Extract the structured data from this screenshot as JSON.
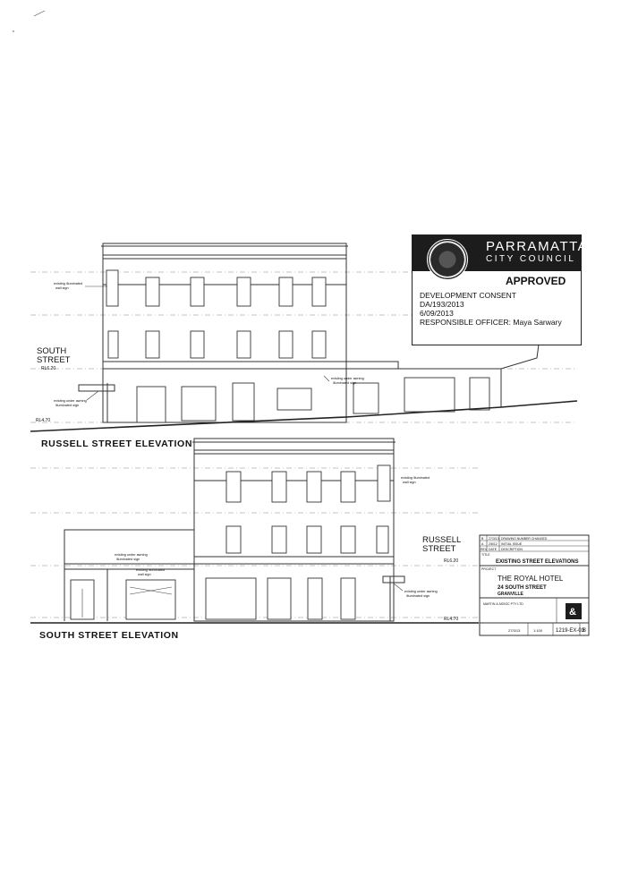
{
  "drawing": {
    "elevations": [
      {
        "title": "RUSSELL STREET ELEVATION",
        "street_label_line1": "SOUTH",
        "street_label_line2": "STREET",
        "level_top": "RL6.20",
        "level_bottom": "RL4.70"
      },
      {
        "title": "SOUTH STREET ELEVATION",
        "street_label_line1": "RUSSELL",
        "street_label_line2": "STREET",
        "level_top": "RL6.20",
        "level_bottom": "RL4.70"
      }
    ],
    "annotations": {
      "wall_sign_1": "existing illuminated",
      "wall_sign_2": "wall sign",
      "awning_sign_1": "existing under awning",
      "awning_sign_2": "illuminated sign",
      "russell_awning_1": "existing under awning",
      "russell_awning_2": "illuminated sign",
      "south_wall_1": "existing illuminated",
      "south_wall_2": "wall sign",
      "south_awning_1": "existing under awning",
      "south_awning_2": "illuminated sign",
      "south_flag_1": "existing illuminated",
      "south_flag_2": "wall sign",
      "south_right_1": "existing under awning",
      "south_right_2": "illuminated sign"
    }
  },
  "stamp": {
    "org_line1": "PARRAMATTA",
    "org_line2": "CITY COUNCIL",
    "status": "APPROVED",
    "line1": "DEVELOPMENT CONSENT",
    "line2": "DA/193/2013",
    "line3": "6/09/2013",
    "line4": "RESPONSIBLE OFFICER: Maya Sarwary"
  },
  "title_block": {
    "rev_b": "B",
    "rev_b_date": "27/3/13",
    "rev_b_desc": "DRAWING NUMBER CHANGED",
    "rev_a": "A",
    "rev_a_date": "2/8/12",
    "rev_a_desc": "INITIAL ISSUE",
    "head_rev": "REV",
    "head_date": "DATE",
    "head_desc": "DESCRIPTION",
    "title_label": "TITLE",
    "title": "EXISTING STREET ELEVATIONS",
    "project_label": "PROJECT",
    "project_line1": "THE ROYAL HOTEL",
    "project_line2": "24 SOUTH STREET",
    "project_line3": "GRANVILLE",
    "firm": "MARTIN & ASSOC PTY LTD",
    "drawing_no": "1219-EX-03",
    "revision": "B",
    "scale": "1:100",
    "date": "27/3/13"
  }
}
